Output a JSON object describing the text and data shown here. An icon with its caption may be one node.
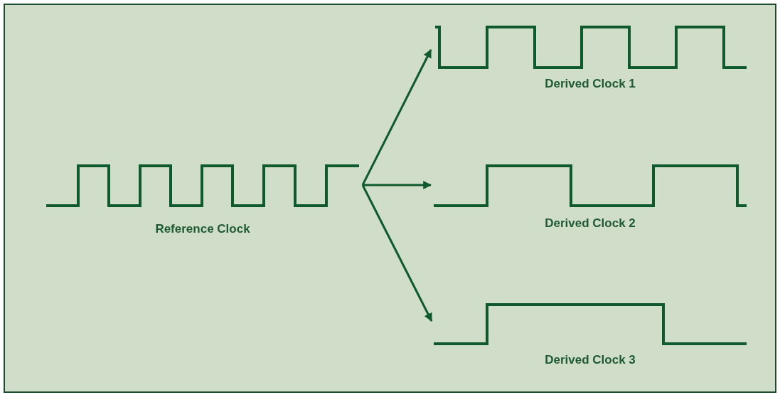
{
  "diagram": {
    "nodes": [
      {
        "text": [
          "Reference Clock"
        ]
      },
      {
        "text": [
          "Derived Clock 1"
        ]
      },
      {
        "text": [
          "Derived Clock 2"
        ]
      },
      {
        "text": [
          "Derived Clock 3"
        ]
      }
    ],
    "edges": [
      {
        "from": 0,
        "to": 1,
        "arrow": "to"
      },
      {
        "from": 0,
        "to": 2,
        "arrow": "to"
      },
      {
        "from": 0,
        "to": 3,
        "arrow": "to"
      }
    ]
  }
}
